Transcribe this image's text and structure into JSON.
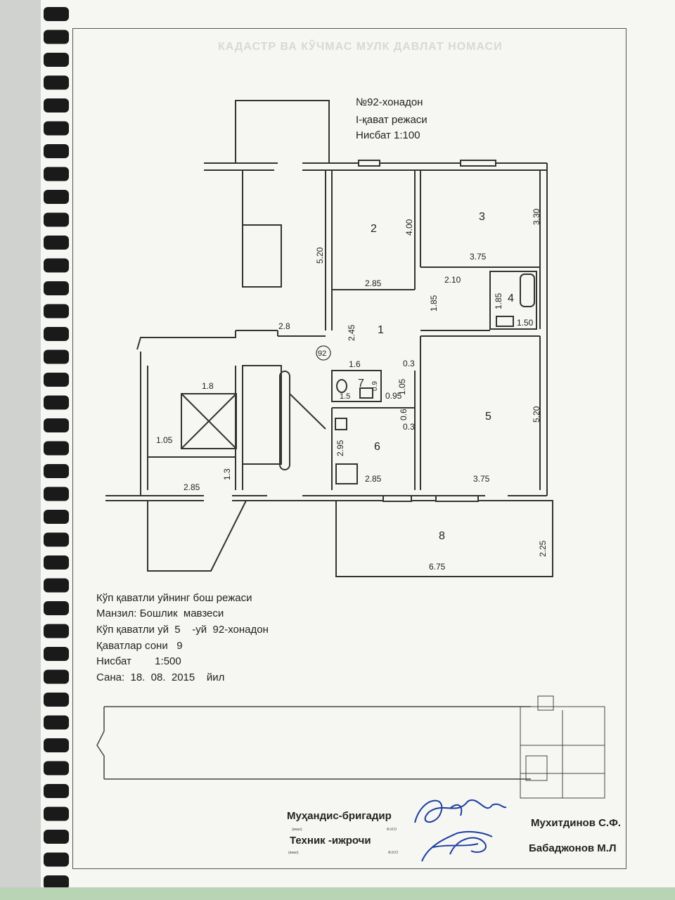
{
  "watermark": "КАДАСТР ВА КЎЧМАС МУЛК ДАВЛАТ НОМАСИ",
  "header": {
    "line1": "№92-хонадон",
    "line2": "I-қават режаси",
    "line3": "Нисбат 1:100"
  },
  "rooms": [
    {
      "id": "1"
    },
    {
      "id": "2"
    },
    {
      "id": "3"
    },
    {
      "id": "4"
    },
    {
      "id": "5"
    },
    {
      "id": "6"
    },
    {
      "id": "7"
    },
    {
      "id": "8"
    }
  ],
  "apartment_marker": "92",
  "dimensions": [
    "5.20",
    "4.00",
    "3.30",
    "3.75",
    "2.85",
    "2.10",
    "1.85",
    "1.85",
    "1.50",
    "2.8",
    "2.45",
    "1.6",
    "0.3",
    "1.05",
    "0.9",
    "1.5",
    "0.95",
    "0.6",
    "0.3",
    "5.20",
    "1.8",
    "1.05",
    "2.95",
    "2.85",
    "3.75",
    "1.3",
    "2.85",
    "2.25",
    "6.75"
  ],
  "info": {
    "line1": "Кўп қаватли уйнинг бош режаси",
    "line2": "Манзил: Бошлик  мавзеси",
    "line3": "Кўп қаватли уй  5    -уй  92-хонадон",
    "line4": "Қаватлар сони   9",
    "line5": "Нисбат        1:500",
    "line6": "Сана:  18.  08.  2015    йил"
  },
  "signatures": {
    "engineer_role": "Муҳандис-бригадир",
    "engineer_name": "Мухитдинов С.Ф.",
    "technician_role": "Техник -ижрочи",
    "technician_name": "Бабаджонов М.Л",
    "sig_caption": "(имзо)",
    "fio_caption": "Ф.И.О"
  }
}
